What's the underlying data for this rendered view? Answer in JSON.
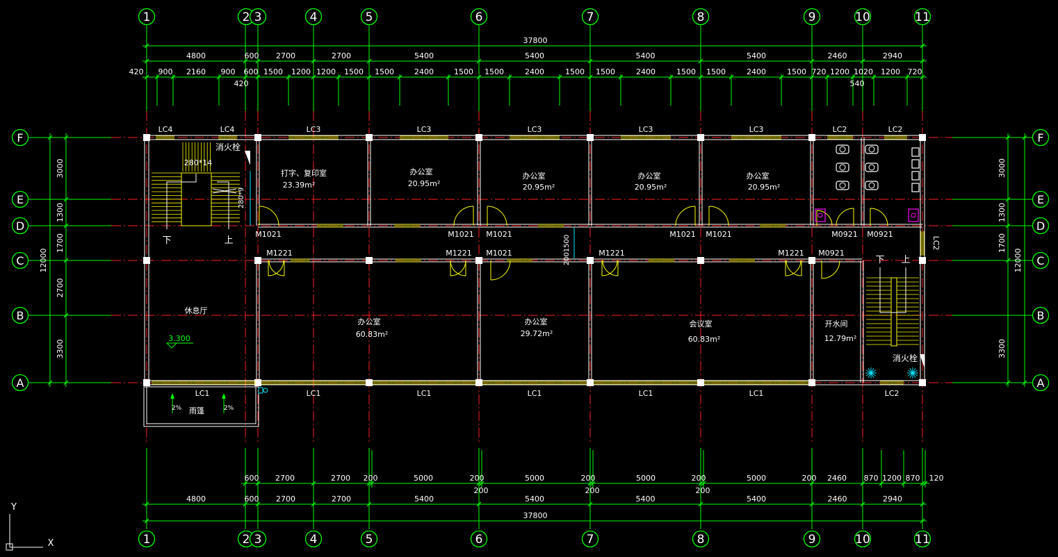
{
  "colors": {
    "background": "#000000",
    "grid_axis": "#ff2020",
    "dimension": "#00ff00",
    "wall": "#ffffff",
    "window": "#ffff00",
    "door": "#ffff00",
    "text": "#ffffff",
    "accent_cyan": "#00e5ff",
    "fixture_magenta": "#ff00ff"
  },
  "grid_columns": [
    "1",
    "2",
    "3",
    "4",
    "5",
    "6",
    "7",
    "8",
    "9",
    "10",
    "11"
  ],
  "grid_rows": [
    "F",
    "E",
    "D",
    "C",
    "B",
    "A"
  ],
  "top_dims": {
    "overall": "37800",
    "row1": [
      "4800",
      "600",
      "2700",
      "2700",
      "5400",
      "5400",
      "5400",
      "5400",
      "2460",
      "2940"
    ],
    "row2": [
      "420",
      "900",
      "2160",
      "900",
      "600",
      "1500",
      "1200",
      "1200",
      "1500",
      "1500",
      "2400",
      "1500",
      "1500",
      "2400",
      "1500",
      "1500",
      "2400",
      "1500",
      "1500",
      "2400",
      "1500",
      "720",
      "1200",
      "1020",
      "1200",
      "720"
    ],
    "row2_extra": [
      "420",
      "540"
    ]
  },
  "bottom_dims": {
    "overall": "37800",
    "row1": [
      "600",
      "2700",
      "2700",
      "200",
      "5000",
      "200",
      "5000",
      "200",
      "5000",
      "200",
      "5000",
      "200",
      "2460",
      "870",
      "1200",
      "870",
      "120"
    ],
    "row1_extra": [
      "200",
      "200",
      "200"
    ],
    "row2": [
      "4800",
      "600",
      "2700",
      "2700",
      "5400",
      "5400",
      "5400",
      "5400",
      "2460",
      "2940"
    ]
  },
  "side_dims": {
    "left": [
      "3000",
      "1300",
      "1700",
      "2700",
      "3300"
    ],
    "left_total": "12000",
    "right": [
      "3000",
      "1300",
      "1700",
      "3300"
    ],
    "right_total": "12000"
  },
  "windows": {
    "top": [
      "LC4",
      "LC4",
      "LC3",
      "LC3",
      "LC3",
      "LC3",
      "LC3",
      "LC2",
      "LC2"
    ],
    "bottom": [
      "LC1",
      "LC1",
      "LC1",
      "LC1",
      "LC1",
      "LC1",
      "LC2"
    ],
    "side": "LC2"
  },
  "doors": {
    "d_line": [
      "M1021",
      "M1021",
      "M1021",
      "M1021",
      "M1021",
      "M0921",
      "M0921"
    ],
    "c_line": [
      "M1221",
      "M1221",
      "M1021",
      "M1221",
      "M1221",
      "M0921"
    ]
  },
  "rooms": [
    {
      "name": "打字、复印室",
      "area": "23.39m²"
    },
    {
      "name": "办公室",
      "area": "20.95m²"
    },
    {
      "name": "办公室",
      "area": "20.95m²"
    },
    {
      "name": "办公室",
      "area": "20.95m²"
    },
    {
      "name": "办公室",
      "area": "20.95m²"
    },
    {
      "name": "休息厅",
      "area": ""
    },
    {
      "name": "办公室",
      "area": "60.83m²"
    },
    {
      "name": "办公室",
      "area": "29.72m²"
    },
    {
      "name": "会议室",
      "area": "60.83m²"
    },
    {
      "name": "开水间",
      "area": "12.79m²"
    }
  ],
  "annotations": {
    "hydrant_top": "消火栓",
    "hydrant_bottom": "消火栓",
    "stair_dim": "280*14",
    "stair_side_dim": "280*9",
    "stair_down": "下",
    "stair_up": "上",
    "level": "3.300",
    "canopy": "雨篷",
    "slope": "2%",
    "corridor_dim": "2001500"
  },
  "ucs": {
    "y": "Y",
    "x": "X"
  }
}
